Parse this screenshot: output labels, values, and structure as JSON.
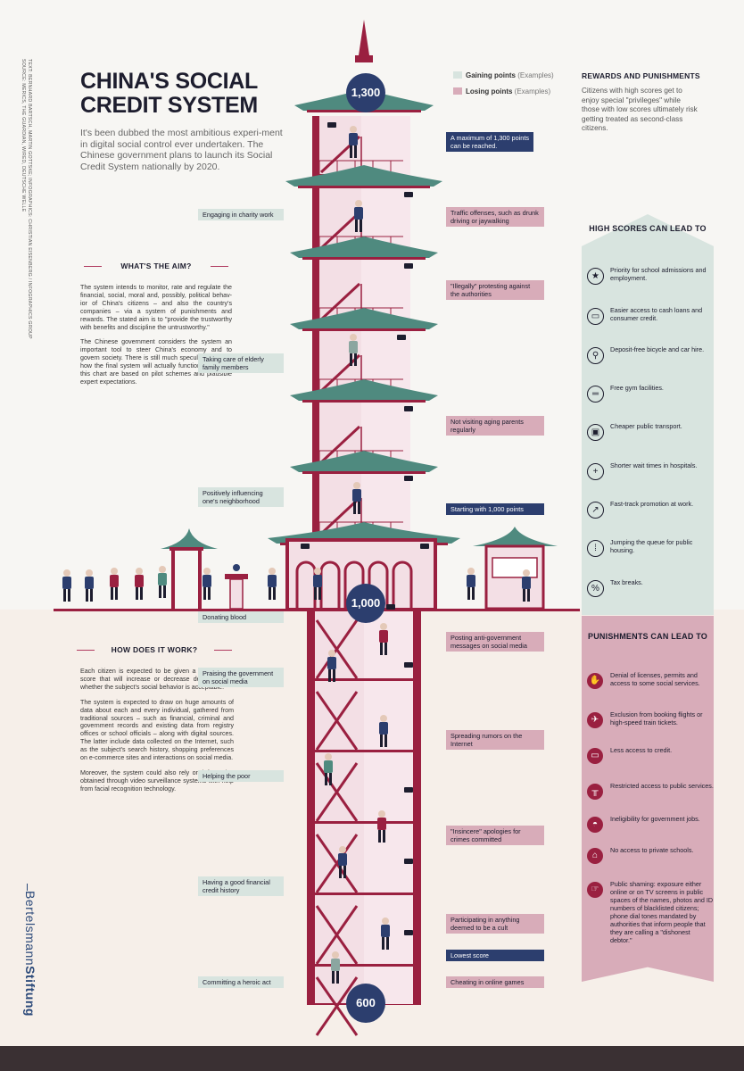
{
  "side_credit": {
    "line1": "TEXT: BERNHARD BARTSCH, MARTIN GOTTSKE; INFOGRAPHICS: CHRISTIAN EISENBERG / INFOGRAPHICS GROUP",
    "line2": "SOURCE: MERICS, THE GUARDIAN, WIRED, DEUTSCHE WELLE"
  },
  "brand": {
    "part1": "Bertelsmann",
    "part2": "Stiftung"
  },
  "title": "CHINA'S SOCIAL CREDIT SYSTEM",
  "intro": "It's been dubbed the most ambitious experi-ment in digital social control ever undertaken. The Chinese government plans to launch its Social Credit System nationally by 2020.",
  "legend": {
    "gain": {
      "label": "Gaining points",
      "note": "(Examples)",
      "color": "#d8e4df"
    },
    "lose": {
      "label": "Losing points",
      "note": "(Examples)",
      "color": "#d8acb9"
    }
  },
  "rewards_punishments": {
    "title": "REWARDS AND PUNISHMENTS",
    "text": "Citizens with high scores get to enjoy special \"privileges\" while those with low scores ultimately risk getting treated as second-class citizens."
  },
  "aim": {
    "heading": "WHAT'S THE AIM?",
    "paragraphs": [
      "The system intends to monitor, rate and regulate the financial, social, moral and, possibly, political behav-ior of China's citizens – and also the country's companies – via a system of punishments and rewards. The stated aim is to \"provide the trustworthy with benefits and discipline the untrustworthy.\"",
      "The Chinese government considers the system an important tool to steer China's economy and to govern society. There is still much specula-tion about how the final system will actually function. Details in this chart are based on pilot schemes and plausible expert expectations."
    ]
  },
  "how": {
    "heading": "HOW DOES IT WORK?",
    "paragraphs": [
      "Each citizen is expected to be given a social credit score that will increase or decrease depending on whether the subject's social behavior is acceptable.",
      "The system is expected to draw on huge amounts of data about each and every individual, gathered from traditional sources – such as financial, criminal and government records and existing data from registry offices or school officials – along with digital sources. The latter include data collected on the Internet, such as the subject's search history, shopping preferences on e-commerce sites and interactions on social media.",
      "Moreover, the system could also rely on information obtained through video surveillance systems with help from facial recognition technology."
    ]
  },
  "scores": {
    "max": "1,300",
    "start": "1,000",
    "min": "600"
  },
  "gain_labels": [
    "Engaging in charity work",
    "Taking care of elderly family members",
    "Positively influencing one's neighborhood",
    "Donating blood",
    "Praising the government on social media",
    "Helping the poor",
    "Having a good financial credit history",
    "Committing a heroic act"
  ],
  "lose_labels": [
    "Traffic offenses, such as drunk driving or jaywalking",
    "\"Illegally\" protesting against the authorities",
    "Not visiting aging parents regularly",
    "Posting anti-government messages on social media",
    "Spreading rumors on the Internet",
    "\"Insincere\" apologies for crimes committed",
    "Participating in anything deemed to be a cult",
    "Cheating in online games"
  ],
  "info_labels": {
    "max": "A maximum of 1,300 points can be reached.",
    "start": "Starting with 1,000 points",
    "lowest": "Lowest score"
  },
  "high_scores": {
    "title": "HIGH SCORES CAN LEAD TO",
    "items": [
      {
        "icon": "school-icon",
        "glyph": "★",
        "text": "Priority for school admissions and employment."
      },
      {
        "icon": "credit-card-icon",
        "glyph": "▭",
        "text": "Easier access to cash loans and consumer credit."
      },
      {
        "icon": "bicycle-icon",
        "glyph": "⚲",
        "text": "Deposit-free bicycle and car hire."
      },
      {
        "icon": "dumbbell-icon",
        "glyph": "═",
        "text": "Free gym facilities."
      },
      {
        "icon": "bus-icon",
        "glyph": "▣",
        "text": "Cheaper public transport."
      },
      {
        "icon": "medical-cross-icon",
        "glyph": "+",
        "text": "Shorter wait times in hospitals."
      },
      {
        "icon": "promotion-icon",
        "glyph": "↗",
        "text": "Fast-track promotion at work."
      },
      {
        "icon": "queue-icon",
        "glyph": "⁞",
        "text": "Jumping the queue for public housing."
      },
      {
        "icon": "percent-icon",
        "glyph": "%",
        "text": "Tax breaks."
      }
    ]
  },
  "punishments": {
    "title": "PUNISHMENTS CAN LEAD TO",
    "items": [
      {
        "icon": "stop-hand-icon",
        "glyph": "✋",
        "text": "Denial of licenses, permits and access to some social services."
      },
      {
        "icon": "airplane-icon",
        "glyph": "✈",
        "text": "Exclusion from booking flights or high-speed train tickets."
      },
      {
        "icon": "credit-card-icon",
        "glyph": "▭",
        "text": "Less access to credit."
      },
      {
        "icon": "barrier-icon",
        "glyph": "╥",
        "text": "Restricted access to public services."
      },
      {
        "icon": "official-cap-icon",
        "glyph": "◓",
        "text": "Ineligibility for government jobs."
      },
      {
        "icon": "school-building-icon",
        "glyph": "⌂",
        "text": "No access to private schools."
      },
      {
        "icon": "pointing-hand-icon",
        "glyph": "☞",
        "text": "Public shaming: exposure either online or on TV screens in public spaces of the names, photos and ID numbers of blacklisted citizens; phone dial tones mandated by authorities that inform people that they are calling a \"dishonest debtor.\""
      }
    ]
  },
  "colors": {
    "roof": "#4f8a7f",
    "frame": "#9a2040",
    "navy": "#2c3e6e",
    "gain": "#d8e4df",
    "lose": "#d8acb9"
  }
}
